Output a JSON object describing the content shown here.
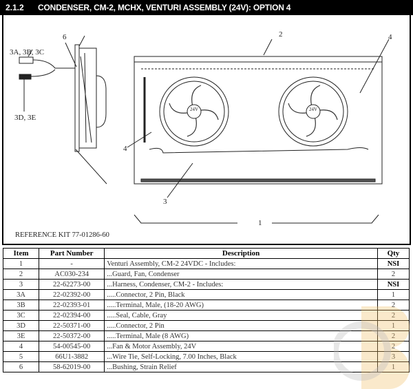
{
  "header": {
    "section": "2.1.2",
    "title": "CONDENSER, CM-2, MCHX, VENTURI ASSEMBLY (24V): OPTION 4"
  },
  "diagram": {
    "callouts": {
      "c2": "2",
      "c4a": "4",
      "c6": "6",
      "c3abc": "3A, 3B, 3C",
      "c3de": "3D, 3E",
      "c4b": "4",
      "c3": "3",
      "c1": "1"
    },
    "motor_label": "24V",
    "reference": "REFERENCE KIT 77-01286-60"
  },
  "table": {
    "headers": [
      "Item",
      "Part Number",
      "Description",
      "Qty"
    ],
    "rows": [
      {
        "item": "1",
        "part": "-",
        "desc": "Venturi Assembly, CM-2 24VDC - Includes:",
        "qty": "NSI"
      },
      {
        "item": "2",
        "part": "AC030-234",
        "desc": "...Guard, Fan, Condenser",
        "qty": "2"
      },
      {
        "item": "3",
        "part": "22-62273-00",
        "desc": "...Harness, Condenser, CM-2 - Includes:",
        "qty": "NSI"
      },
      {
        "item": "3A",
        "part": "22-02392-00",
        "desc": ".....Connector, 2 Pin,  Black",
        "qty": "1"
      },
      {
        "item": "3B",
        "part": "22-02393-01",
        "desc": ".....Terminal, Male, (18-20 AWG)",
        "qty": "2"
      },
      {
        "item": "3C",
        "part": "22-02394-00",
        "desc": ".....Seal, Cable, Gray",
        "qty": "2"
      },
      {
        "item": "3D",
        "part": "22-50371-00",
        "desc": ".....Connector, 2 Pin",
        "qty": "1"
      },
      {
        "item": "3E",
        "part": "22-50372-00",
        "desc": ".....Terminal,  Male (8 AWG)",
        "qty": "2"
      },
      {
        "item": "4",
        "part": "54-00545-00",
        "desc": "...Fan & Motor Assembly, 24V",
        "qty": "2"
      },
      {
        "item": "5",
        "part": "66U1-3882",
        "desc": "...Wire Tie, Self-Locking, 7.00 Inches, Black",
        "qty": "3"
      },
      {
        "item": "6",
        "part": "58-62019-00",
        "desc": "...Bushing, Strain Relief",
        "qty": "1"
      }
    ]
  },
  "watermark": "DonBrown"
}
